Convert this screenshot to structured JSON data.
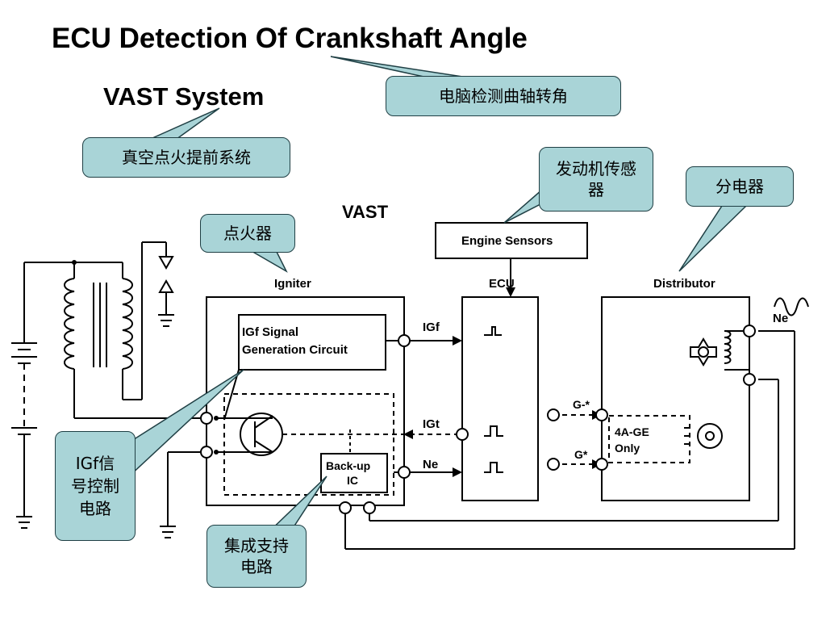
{
  "slide": {
    "title": "ECU Detection Of Crankshaft Angle",
    "subtitle": "VAST System"
  },
  "callouts": {
    "title_cn": "电脑检测曲轴转角",
    "vast_cn": "真空点火提前系统",
    "sensors_cn": "发动机传感器",
    "distributor_cn": "分电器",
    "igniter_cn": "点火器",
    "igf_circuit_cn": "IGf信号控制电路",
    "backup_cn": "集成支持电路"
  },
  "diagram": {
    "heading": "VAST",
    "engine_sensors": "Engine Sensors",
    "igniter": "Igniter",
    "ecu": "ECU",
    "distributor": "Distributor",
    "igf_circuit_line1": "IGf Signal",
    "igf_circuit_line2": "Generation Circuit",
    "backup_line1": "Back-up",
    "backup_line2": "IC",
    "sig_igf": "IGf",
    "sig_igt": "IGt",
    "sig_ne": "Ne",
    "sig_g_neg": "G-*",
    "sig_g": "G*",
    "ne_pickup": "Ne",
    "only_line1": "4A-GE",
    "only_line2": "Only"
  },
  "colors": {
    "callout_fill": "#a9d4d7",
    "callout_border": "#1f3f44",
    "line": "#000000"
  }
}
